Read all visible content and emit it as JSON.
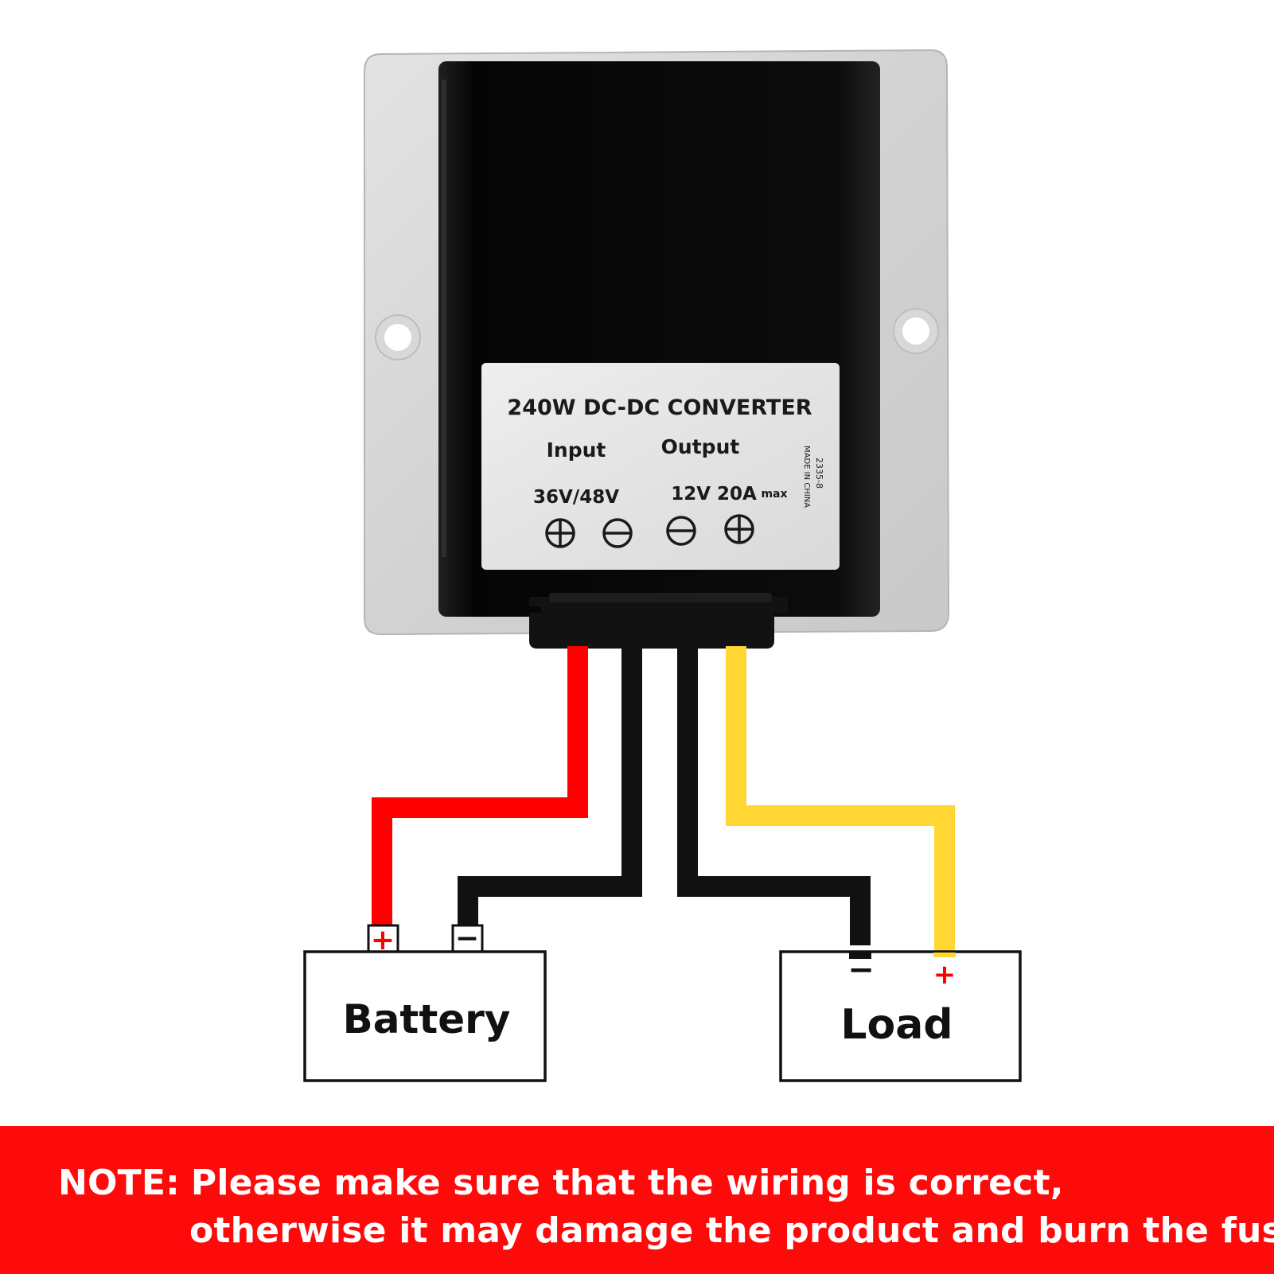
{
  "device": {
    "label_title": "240W DC-DC CONVERTER",
    "input_heading": "Input",
    "input_voltage": "36V/48V",
    "output_heading": "Output",
    "output_rating": "12V 20A",
    "output_suffix": "max",
    "side_code": "2335-8",
    "side_origin": "MADE IN CHINA",
    "terminals": [
      "+",
      "−",
      "−",
      "+"
    ]
  },
  "wires": [
    {
      "color": "#ff0000",
      "from": "input +",
      "to": "battery +"
    },
    {
      "color": "#111111",
      "from": "input −",
      "to": "battery −"
    },
    {
      "color": "#111111",
      "from": "output −",
      "to": "load −"
    },
    {
      "color": "#ffd633",
      "from": "output +",
      "to": "load +"
    }
  ],
  "battery": {
    "label": "Battery",
    "plus": "+",
    "minus": "−"
  },
  "load": {
    "label": "Load",
    "plus": "+",
    "minus": "−"
  },
  "note": {
    "prefix": "NOTE:",
    "line1": "Please make sure that the wiring is correct,",
    "line2": "otherwise it may damage the product and burn the fuse."
  },
  "colors": {
    "plate": "#d7d7d7",
    "body": "#0a0a0a",
    "label": "#e4e4e4",
    "red_wire": "#ff0000",
    "black_wire": "#111111",
    "yellow_wire": "#ffd633",
    "banner": "#ff0a0a"
  }
}
